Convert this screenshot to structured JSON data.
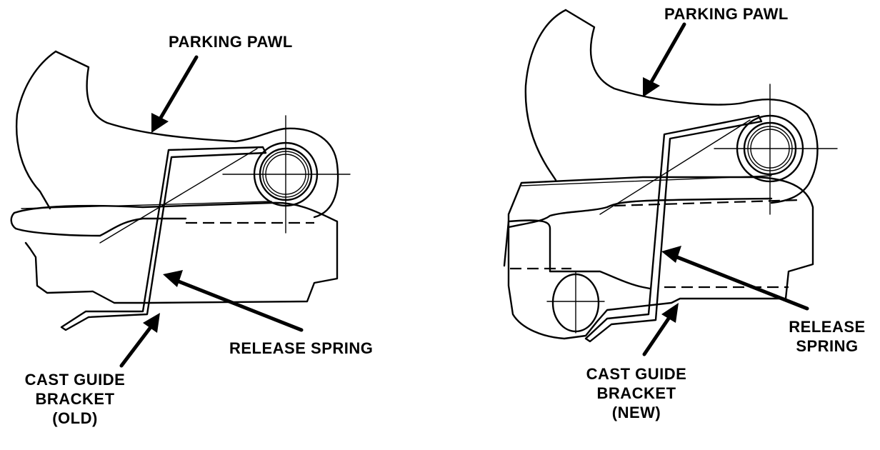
{
  "left_view": {
    "label_pawl": "PARKING PAWL",
    "label_spring": "RELEASE SPRING",
    "label_bracket": [
      "CAST GUIDE",
      "BRACKET",
      "(OLD)"
    ]
  },
  "right_view": {
    "label_pawl": "PARKING PAWL",
    "label_spring": [
      "RELEASE",
      "SPRING"
    ],
    "label_bracket": [
      "CAST GUIDE",
      "BRACKET",
      "(NEW)"
    ]
  }
}
